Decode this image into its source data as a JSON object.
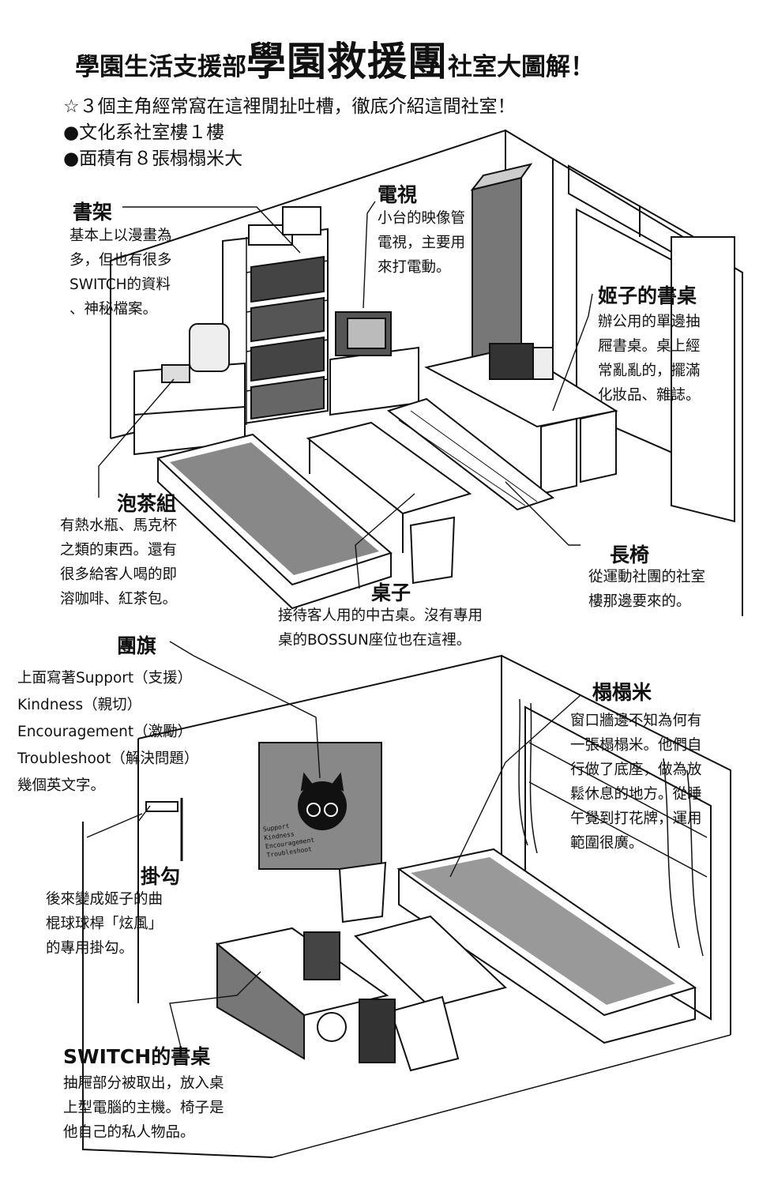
{
  "title": {
    "prefix": "學園生活支援部",
    "main": "學園救援團",
    "suffix": "社室大圖解！"
  },
  "intro": {
    "line1": "☆３個主角經常窩在這裡閒扯吐槽，徹底介紹這間社室！",
    "line2": "●文化系社室樓１樓",
    "line3": "●面積有８張榻榻米大"
  },
  "callouts": {
    "bookshelf": {
      "label": "書架",
      "text": "基本上以漫畫為\n多，但也有很多\nSWITCH的資料\n、神秘檔案。"
    },
    "tv": {
      "label": "電視",
      "text": "小台的映像管\n電視，主要用\n來打電動。"
    },
    "himeko_desk": {
      "label": "姬子的書桌",
      "text": "辦公用的單邊抽\n屜書桌。桌上經\n常亂亂的，擺滿\n化妝品、雜誌。"
    },
    "tea_set": {
      "label": "泡茶組",
      "text": "有熱水瓶、馬克杯\n之類的東西。還有\n很多給客人喝的即\n溶咖啡、紅茶包。"
    },
    "bench": {
      "label": "長椅",
      "text": "從運動社團的社室\n樓那邊要來的。"
    },
    "table": {
      "label": "桌子",
      "text": "接待客人用的中古桌。沒有專用\n桌的BOSSUN座位也在這裡。"
    },
    "flag": {
      "label": "團旗",
      "text": "上面寫著Support（支援）\nKindness（親切）\nEncouragement（激勵）\nTroubleshoot（解決問題）\n幾個英文字。"
    },
    "tatami": {
      "label": "榻榻米",
      "text": "窗口牆邊不知為何有\n一張榻榻米。他們自\n行做了底座，做為放\n鬆休息的地方。從睡\n午覺到打花牌，運用\n範圍很廣。"
    },
    "hook": {
      "label": "掛勾",
      "text": "後來變成姬子的曲\n棍球球桿「炫風」\n的專用掛勾。"
    },
    "switch_desk": {
      "label": "SWITCH的書桌",
      "text": "抽屜部分被取出，放入桌\n上型電腦的主機。椅子是\n他自己的私人物品。"
    }
  },
  "flag_words": [
    "Support",
    "Kindness",
    "Encouragement",
    "Troubleshoot"
  ]
}
